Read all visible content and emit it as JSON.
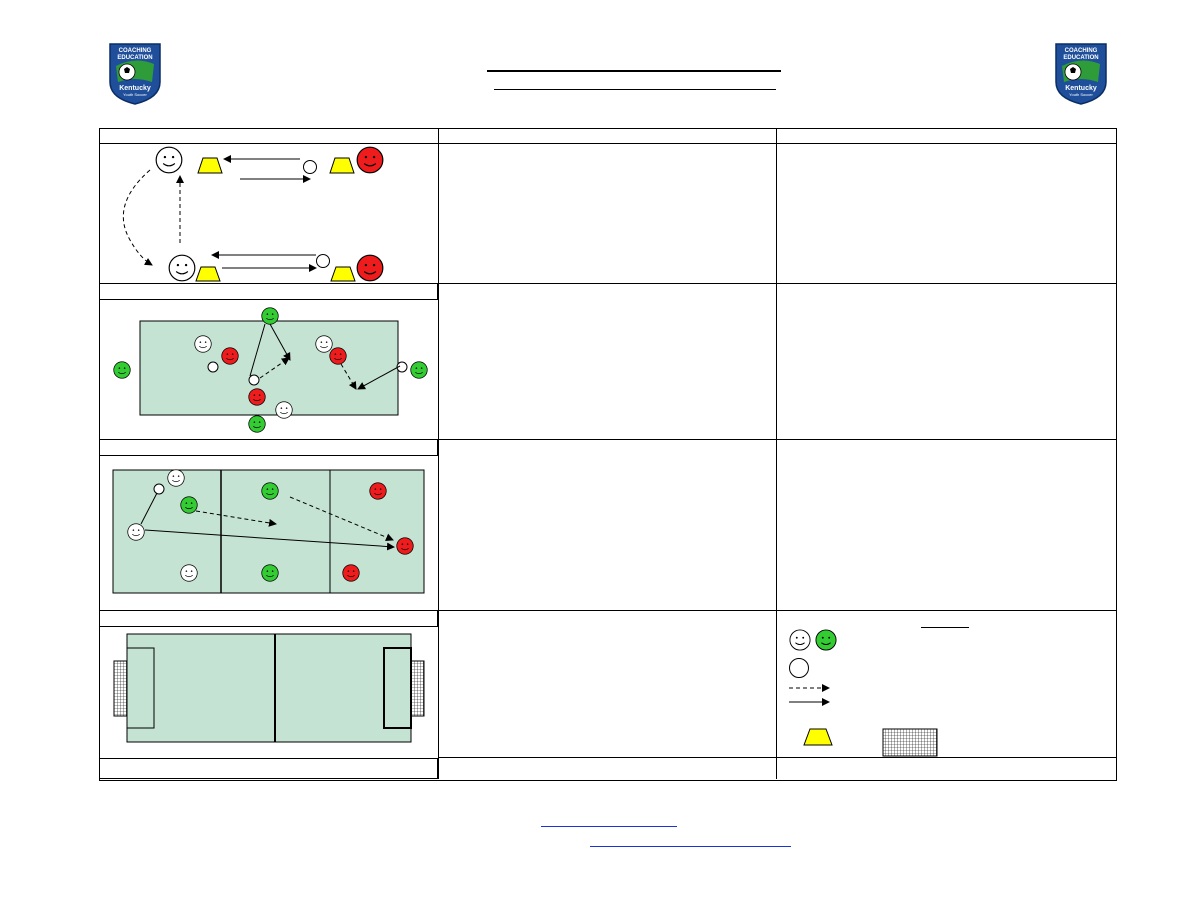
{
  "header": {
    "left_logo": {
      "line1": "COACHING",
      "line2": "EDUCATION",
      "line3": "Kentucky",
      "line4": "Youth Soccer"
    },
    "right_logo": {
      "line1": "COACHING",
      "line2": "EDUCATION",
      "line3": "Kentucky",
      "line4": "Youth Soccer"
    },
    "title": "",
    "subtitle": ""
  },
  "table": {
    "headers": [
      "",
      "",
      ""
    ],
    "rows": [
      {
        "diagram": "warmup-passing",
        "label": "",
        "organization": "",
        "coaching_points": ""
      },
      {
        "diagram": "small-sided-game",
        "label": "",
        "organization": "",
        "coaching_points": ""
      },
      {
        "diagram": "three-zone-game",
        "label": "",
        "organization": "",
        "coaching_points": ""
      },
      {
        "diagram": "full-field-game",
        "label": "",
        "organization": "",
        "coaching_points": ""
      }
    ],
    "footer": {
      "label": "",
      "organization": "",
      "coaching_points": ""
    }
  },
  "key": {
    "title": "",
    "items": [
      {
        "icon": "players-icon",
        "text": ""
      },
      {
        "icon": "ball-icon",
        "text": ""
      },
      {
        "icon": "dribble-arrow-icon",
        "text": ""
      },
      {
        "icon": "pass-arrow-icon",
        "text": ""
      },
      {
        "icon": "cone-icon",
        "text": ""
      },
      {
        "icon": "goal-icon",
        "text": ""
      }
    ]
  },
  "footer_links": {
    "link1": "",
    "link2": ""
  },
  "colors": {
    "field": "#c5e3d3",
    "cone": "#ffff00",
    "green_player": "#33cc33",
    "red_player": "#ee1c1c",
    "link": "#1a35d6"
  }
}
